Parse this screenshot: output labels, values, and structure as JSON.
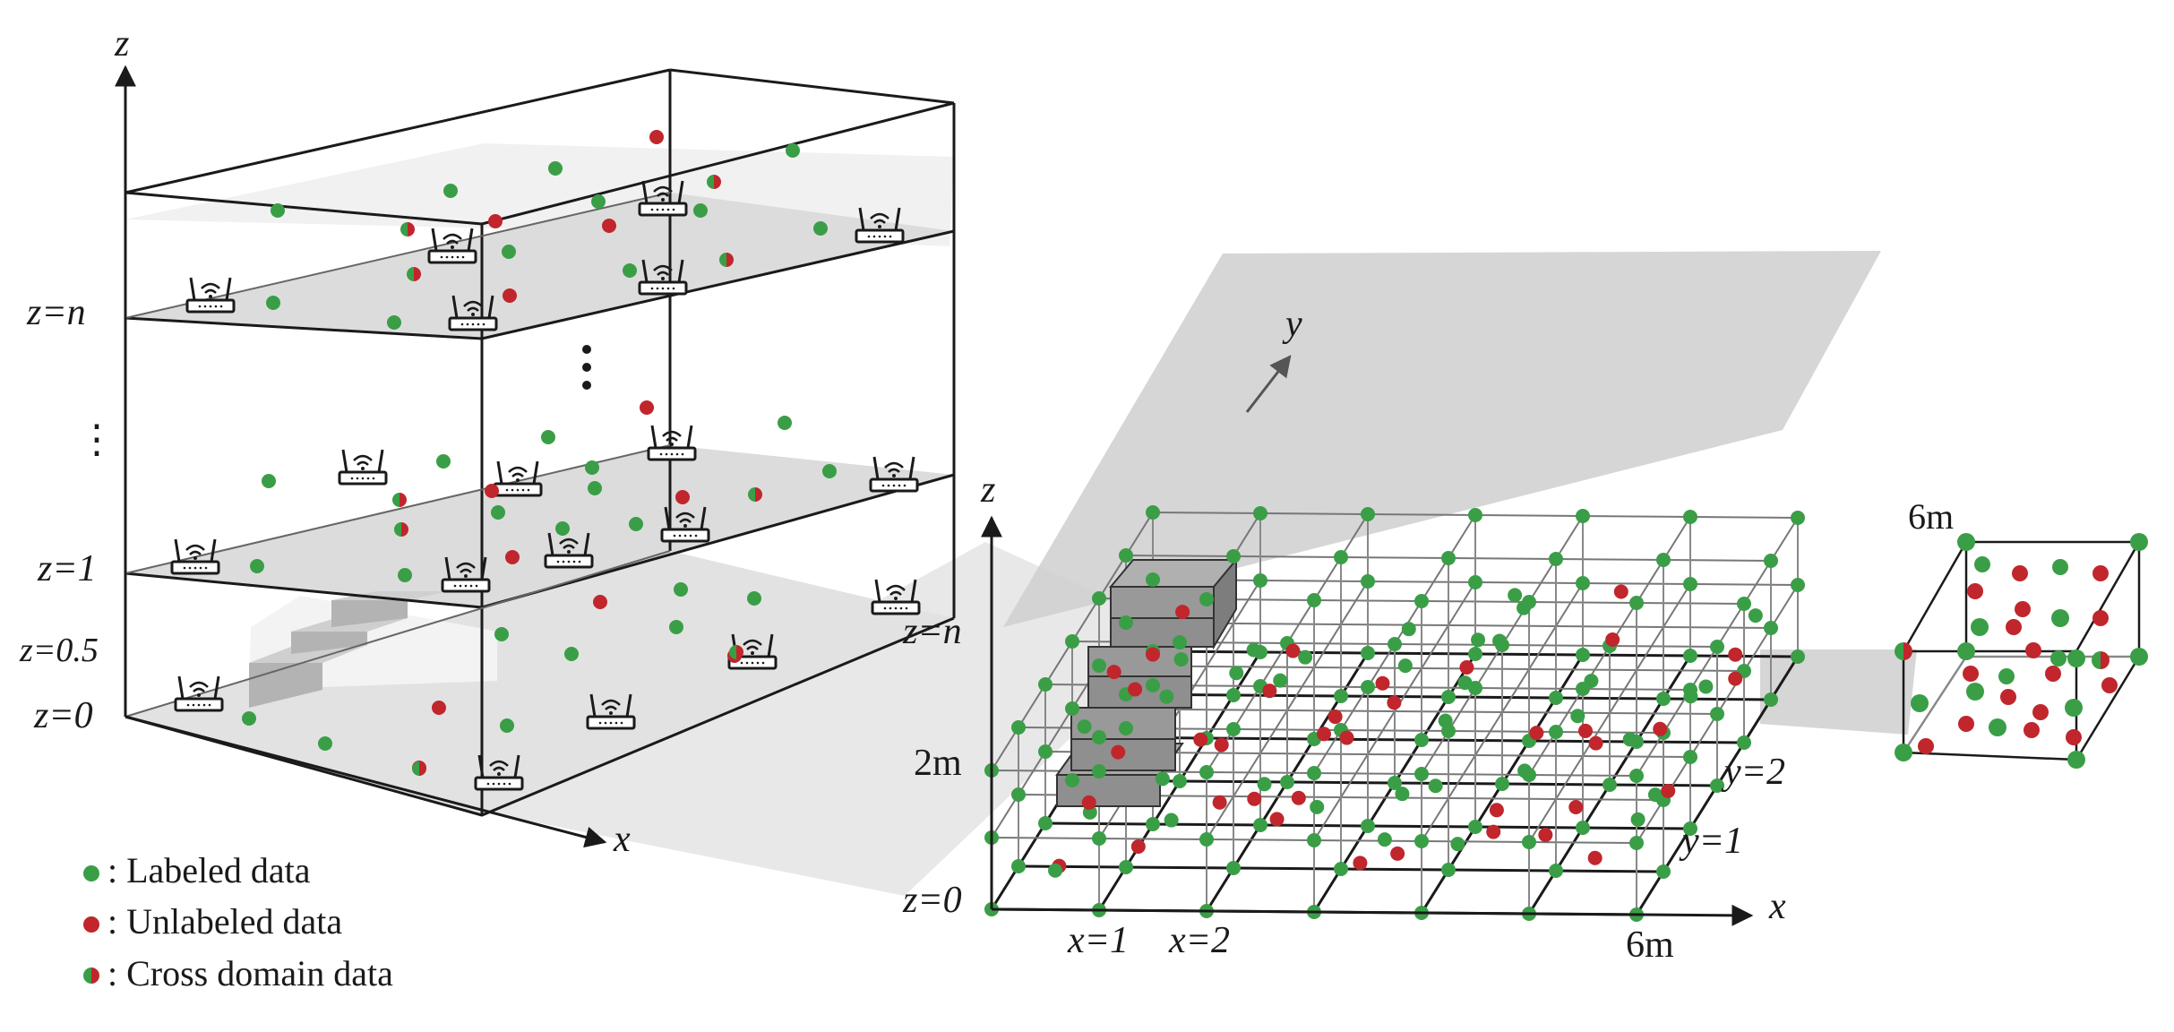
{
  "left_diagram": {
    "axis_z": "z",
    "axis_x": "x",
    "floor_labels": [
      "z=n",
      "z=1",
      "z=0.5",
      "z=0"
    ],
    "vertical_ellipsis": "⋮"
  },
  "right_diagram": {
    "axis_z": "z",
    "axis_x": "x",
    "axis_y": "y",
    "floor_labels": [
      "z=n",
      "z=0"
    ],
    "height_label": "2m",
    "x_labels": [
      "x=1",
      "x=2"
    ],
    "y_labels": [
      "y=1",
      "y=2"
    ],
    "length_label": "6m"
  },
  "cube_inset": {
    "size_label": "6m"
  },
  "legend": [
    {
      "label": ": Labeled data",
      "kind": "labeled"
    },
    {
      "label": ": Unlabeled data",
      "kind": "unlabeled"
    },
    {
      "label": ": Cross domain data",
      "kind": "cross"
    }
  ],
  "colors": {
    "labeled": "#3a9e47",
    "unlabeled": "#c0262c",
    "plane": "#d4d4d4",
    "shadow": "#e6e6e6",
    "line": "#1a1a1a",
    "grid": "#6a6a6a"
  },
  "icons": [
    "wifi-router-icon",
    "staircase-icon"
  ]
}
